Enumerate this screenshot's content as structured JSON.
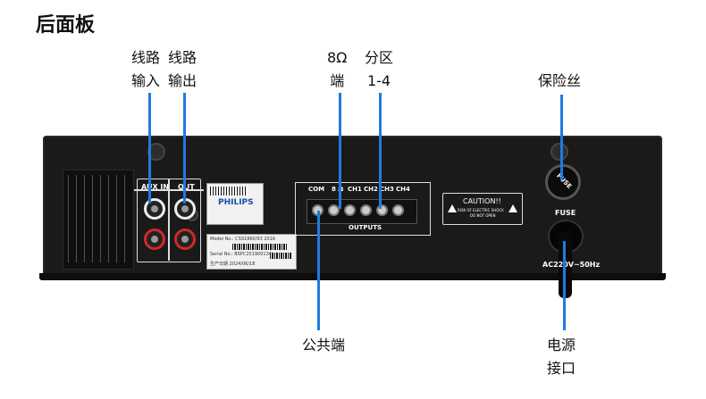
{
  "title": "后面板",
  "callouts": {
    "line_in": [
      "线路",
      "输入"
    ],
    "line_out": [
      "线路",
      "输出"
    ],
    "ohm8": [
      "8Ω",
      "端"
    ],
    "zone": [
      "分区",
      "1-4"
    ],
    "fuse": "保险丝",
    "common": "公共端",
    "power": [
      "电源",
      "接口"
    ]
  },
  "device": {
    "aux_in": "AUX IN",
    "out": "OUT",
    "brand": "PHILIPS",
    "terminals": [
      "COM",
      "8 Ω",
      "CH1",
      "CH2",
      "CH3",
      "CH4"
    ],
    "outputs_label": "OUTPUTS",
    "caution_title": "CAUTION!!",
    "caution_line1": "RISK OF ELECTRIC SHOCK",
    "caution_line2": "DO NOT OPEN",
    "fuse_cap_label": "FUSE",
    "fuse_label": "FUSE",
    "ac_label": "AC220V~50Hz",
    "serial_lines": [
      "Model No.: CSS1860/93 2016",
      "Serial No.: BSPC251900134",
      "生产日期  2024/06/18"
    ]
  },
  "colors": {
    "callout_line": "#1e7be0",
    "chassis": "#1a1a1a"
  }
}
